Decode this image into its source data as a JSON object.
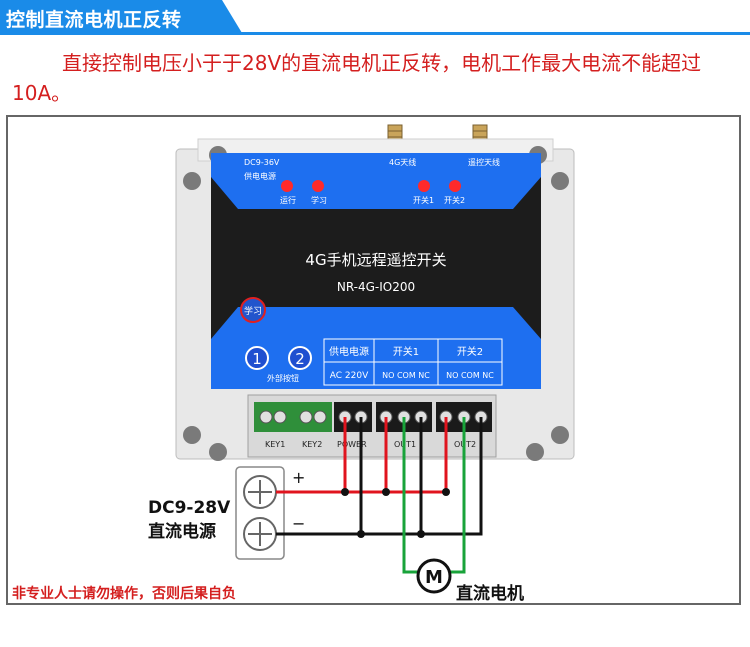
{
  "header": {
    "title": "控制直流电机正反转",
    "accent": "#1a8be8"
  },
  "description": "直接控制电压小于于28V的直流电机正反转，电机工作最大电流不能超过10A。",
  "device": {
    "name": "4G手机远程遥控开关",
    "model": "NR-4G-IO200",
    "top_labels": {
      "power": "DC9-36V",
      "power_cn": "供电电源",
      "antenna_4g": "4G天线",
      "antenna_remote": "遥控天线"
    },
    "leds": [
      "运行",
      "学习",
      "开关1",
      "开关2"
    ],
    "learn_button": "学习",
    "ext_buttons": [
      "1",
      "2"
    ],
    "ext_buttons_label": "外部按钮",
    "terminal_headers": [
      "供电电源",
      "开关1",
      "开关2"
    ],
    "terminal_sub": [
      "AC 220V",
      "NO COM NC",
      "NO COM NC"
    ],
    "block_labels": [
      "KEY1",
      "KEY2",
      "POWER",
      "OUT1",
      "OUT2"
    ]
  },
  "power_source": {
    "line1": "DC9-28V",
    "line2": "直流电源",
    "plus": "+",
    "minus": "−"
  },
  "motor": {
    "symbol": "M",
    "label": "直流电机"
  },
  "warning": "非专业人士请勿操作，否则后果自负",
  "colors": {
    "red_wire": "#e0141e",
    "green_wire": "#18a33a",
    "black_wire": "#111111",
    "panel_blue": "#1e6ff0",
    "device_body": "#1c1c1c"
  }
}
